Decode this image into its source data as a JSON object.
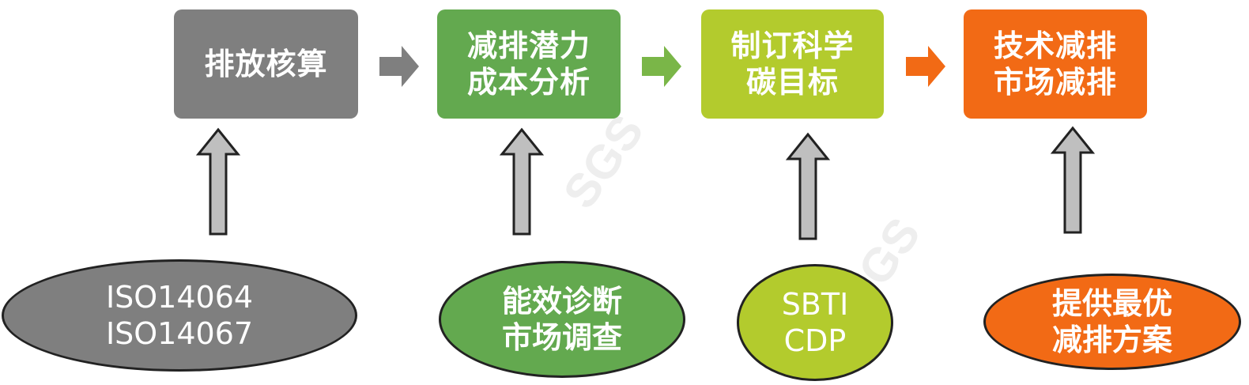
{
  "watermark": "SGS",
  "steps": [
    {
      "lines": [
        "排放核算"
      ],
      "color": "#7f7f7f"
    },
    {
      "lines": [
        "减排潜力",
        "成本分析"
      ],
      "color": "#63a94f"
    },
    {
      "lines": [
        "制订科学",
        "碳目标"
      ],
      "color": "#b3cb2d"
    },
    {
      "lines": [
        "技术减排",
        "市场减排"
      ],
      "color": "#f26a15"
    }
  ],
  "inputs": [
    {
      "lines": [
        "ISO14064",
        "ISO14067"
      ],
      "color": "#7f7f7f"
    },
    {
      "lines": [
        "能效诊断",
        "市场调查"
      ],
      "color": "#63a94f"
    },
    {
      "lines": [
        "SBTI",
        "CDP"
      ],
      "color": "#b3cb2d"
    },
    {
      "lines": [
        "提供最优",
        "减排方案"
      ],
      "color": "#f26a15"
    }
  ],
  "arrow_colors": [
    "#7f7f7f",
    "#7ab648",
    "#f26a15"
  ],
  "up_arrow_color": "#bfbfbf"
}
